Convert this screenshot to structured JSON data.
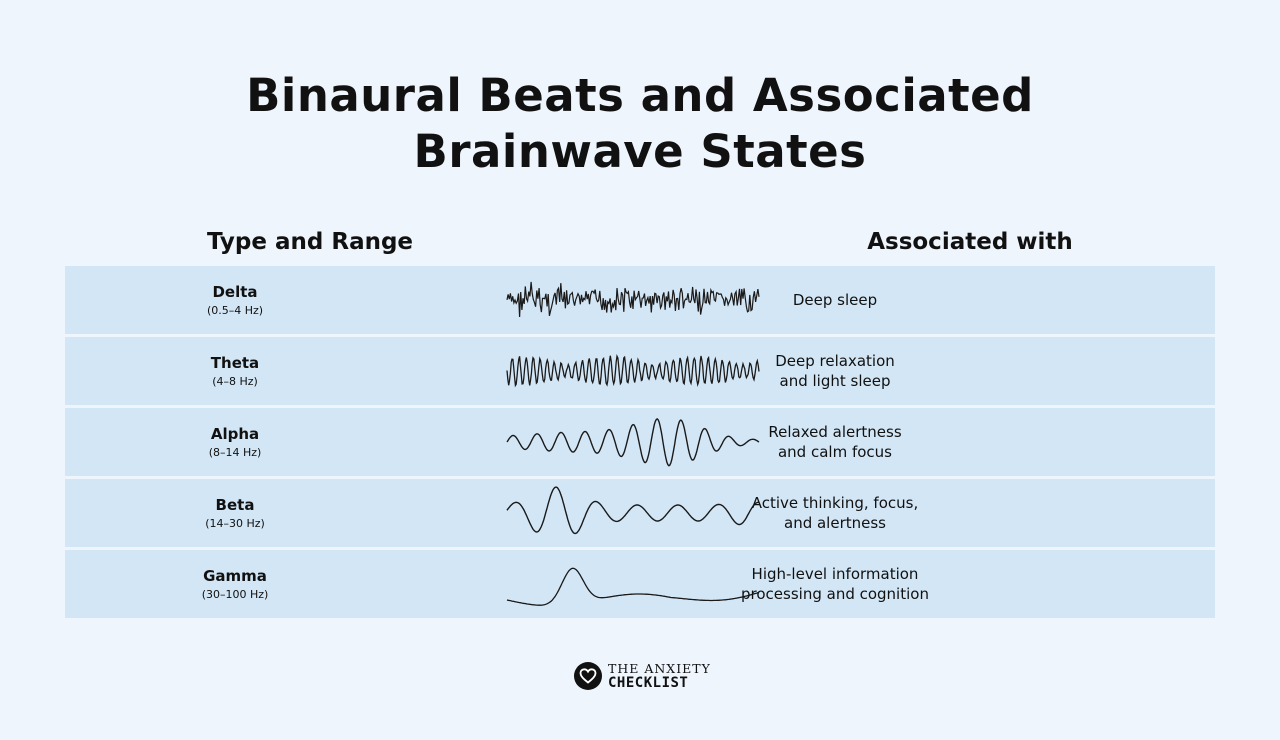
{
  "title": {
    "line1": "Binaural Beats and Associated",
    "line2": "Brainwave States"
  },
  "columns": {
    "type": "Type and Range",
    "associated": "Associated with"
  },
  "rows": [
    {
      "name": "Delta",
      "range": "(0.5–4 Hz)",
      "assoc1": "Deep sleep",
      "assoc2": ""
    },
    {
      "name": "Theta",
      "range": "(4–8 Hz)",
      "assoc1": "Deep relaxation",
      "assoc2": "and light sleep"
    },
    {
      "name": "Alpha",
      "range": "(8–14 Hz)",
      "assoc1": "Relaxed alertness",
      "assoc2": "and calm focus"
    },
    {
      "name": "Beta",
      "range": "(14–30 Hz)",
      "assoc1": "Active thinking, focus,",
      "assoc2": "and alertness"
    },
    {
      "name": "Gamma",
      "range": "(30–100 Hz)",
      "assoc1": "High-level information",
      "assoc2": "processing and cognition"
    }
  ],
  "logo": {
    "line1": "THE ANXIETY",
    "line2": "CHECKLIST",
    "icon": "heart-icon"
  },
  "colors": {
    "background": "#eef5fd",
    "row": "#d3e6f5",
    "text": "#111111"
  }
}
